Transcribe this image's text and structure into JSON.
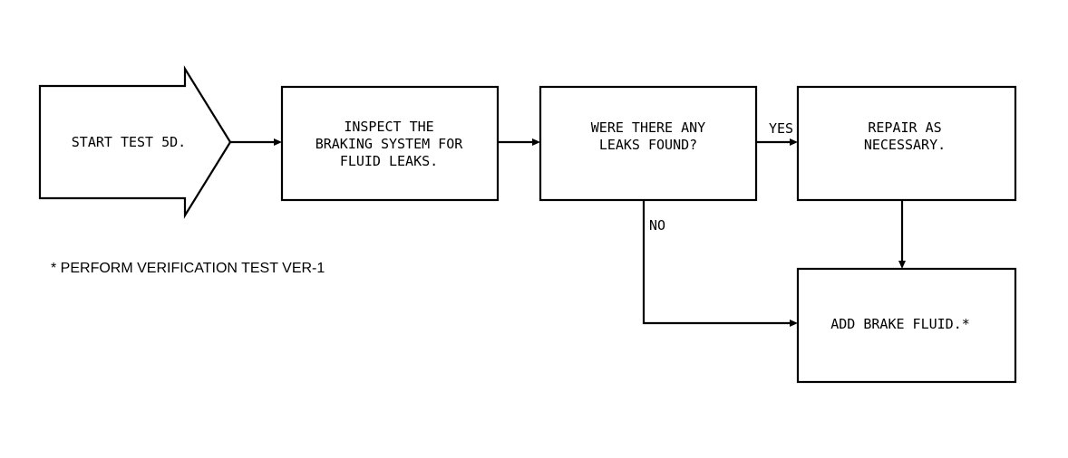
{
  "flowchart": {
    "start": {
      "text": "START TEST 5D."
    },
    "inspect": {
      "lines": [
        "INSPECT THE",
        "BRAKING SYSTEM FOR",
        "FLUID LEAKS."
      ]
    },
    "decision": {
      "lines": [
        "WERE THERE ANY",
        "LEAKS FOUND?"
      ]
    },
    "repair": {
      "lines": [
        "REPAIR AS",
        "NECESSARY."
      ]
    },
    "add_fluid": {
      "text": "ADD BRAKE FLUID.*"
    },
    "yes_label": "YES",
    "no_label": "NO",
    "footnote": "* PERFORM VERIFICATION TEST VER-1"
  }
}
